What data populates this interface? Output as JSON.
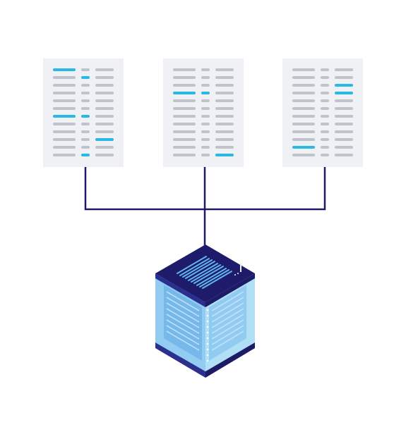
{
  "colors": {
    "background": "#ffffff",
    "document_bg": "#eff1f4",
    "line_gray": "#bfc3cc",
    "line_highlight": "#2ab9e4",
    "connector": "#1e1a63",
    "server_top": "#1f1b6b",
    "server_body": "#8ecdf0",
    "server_base": "#2a2f8f"
  },
  "documents": [
    {
      "name": "document-left",
      "highlights": [
        [
          0,
          0
        ],
        [
          1,
          1
        ],
        [
          6,
          0
        ],
        [
          6,
          1
        ],
        [
          9,
          2
        ],
        [
          11,
          1
        ]
      ]
    },
    {
      "name": "document-center",
      "highlights": [
        [
          3,
          0
        ],
        [
          3,
          1
        ],
        [
          11,
          2
        ]
      ]
    },
    {
      "name": "document-right",
      "highlights": [
        [
          2,
          2
        ],
        [
          3,
          2
        ],
        [
          10,
          0
        ]
      ]
    }
  ],
  "server": {
    "icon": "server-rack-icon"
  }
}
